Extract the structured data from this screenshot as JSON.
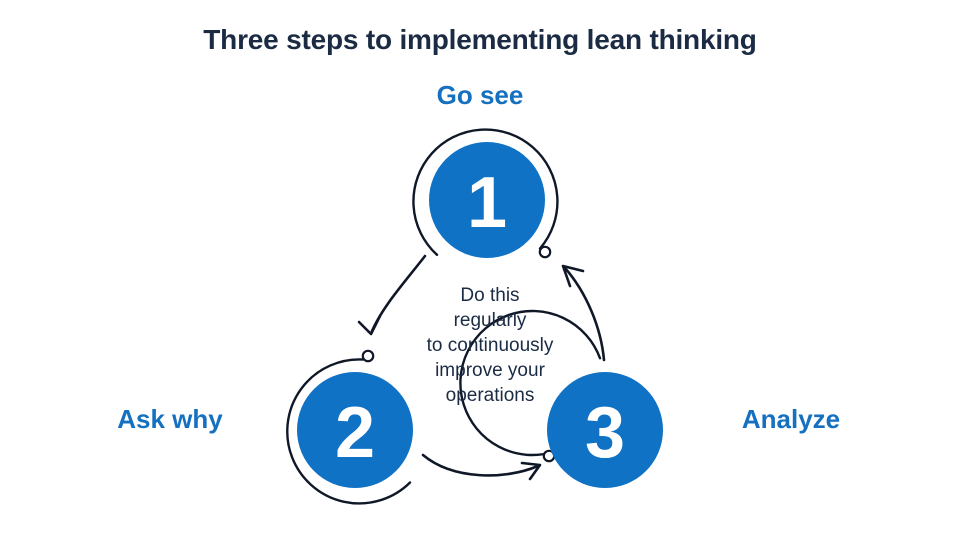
{
  "page": {
    "title": "Three steps to implementing lean thinking",
    "background_color": "#ffffff"
  },
  "colors": {
    "accent_blue": "#1072c4",
    "label_blue": "#1570c0",
    "title_navy": "#1b2b44",
    "line_dark": "#101828",
    "number_white": "#ffffff"
  },
  "diagram": {
    "type": "cycle",
    "direction": "clockwise",
    "steps": [
      {
        "number": "1",
        "label": "Go see",
        "label_position": "top"
      },
      {
        "number": "2",
        "label": "Ask why",
        "label_position": "left"
      },
      {
        "number": "3",
        "label": "Analyze",
        "label_position": "right"
      }
    ],
    "flow": [
      "1",
      "2",
      "3",
      "1"
    ],
    "center_note": {
      "lines": [
        "Do this",
        "regularly",
        "to continuously",
        "improve your",
        "operations"
      ]
    }
  }
}
